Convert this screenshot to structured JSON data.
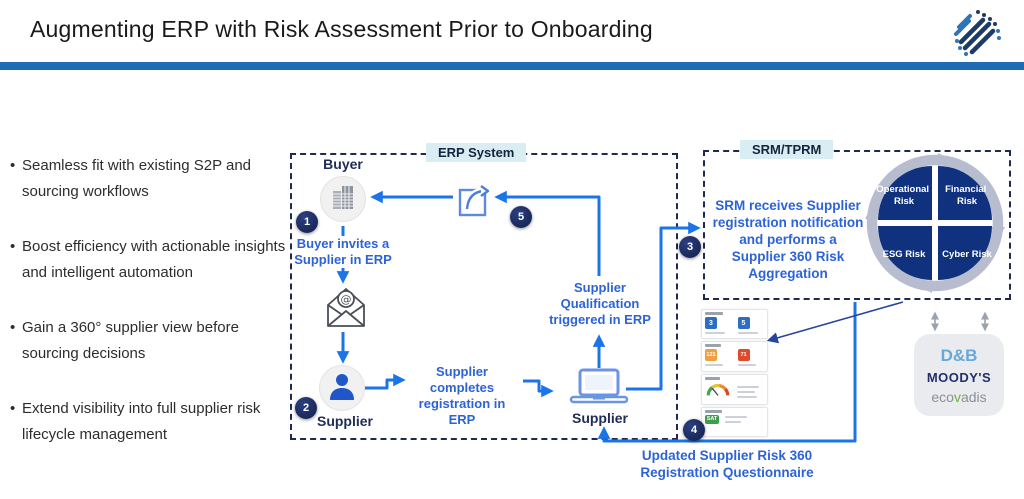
{
  "title": "Augmenting ERP with Risk Assessment Prior to Onboarding",
  "bullets": [
    "Seamless fit with existing S2P and sourcing workflows",
    "Boost efficiency with actionable insights and intelligent automation",
    "Gain a 360° supplier view before sourcing decisions",
    "Extend visibility into full supplier risk lifecycle management"
  ],
  "erp": {
    "label": "ERP System",
    "buyer_label": "Buyer",
    "step1_badge": "1",
    "step1_text": "Buyer invites a Supplier in ERP",
    "step2_badge": "2",
    "supplier_label": "Supplier",
    "register_text": "Supplier completes registration in ERP",
    "laptop_label": "Supplier",
    "qualification_text": "Supplier Qualification triggered in ERP",
    "step5_badge": "5"
  },
  "srm": {
    "label": "SRM/TPRM",
    "step3_badge": "3",
    "description": "SRM receives Supplier registration notification and performs a Supplier 360 Risk Aggregation",
    "wheel": {
      "q1_line1": "Operational",
      "q1_line2": "Risk",
      "q2_line1": "Financial",
      "q2_line2": "Risk",
      "q3": "ESG Risk",
      "q4": "Cyber Risk"
    }
  },
  "questionnaire": {
    "step4_badge": "4",
    "caption": "Updated Supplier Risk 360 Registration Questionnaire",
    "tile_blue1": "3",
    "tile_blue2": "5",
    "tile_orange": "121",
    "tile_red": "71",
    "tile_green": "SAT"
  },
  "partners": {
    "dnb": "D&B",
    "moodys": "MOODY'S",
    "eco_pre": "eco",
    "eco_v": "v",
    "eco_post": "adis"
  },
  "colors": {
    "accent_blue": "#1b75e8",
    "navy": "#20294f",
    "text_blue": "#2c63d6",
    "rule_blue": "#1e6cb5",
    "chip_bg": "#d9eef2",
    "wheel_navy": "#10327e",
    "ring_gray": "#b7bdcf"
  }
}
